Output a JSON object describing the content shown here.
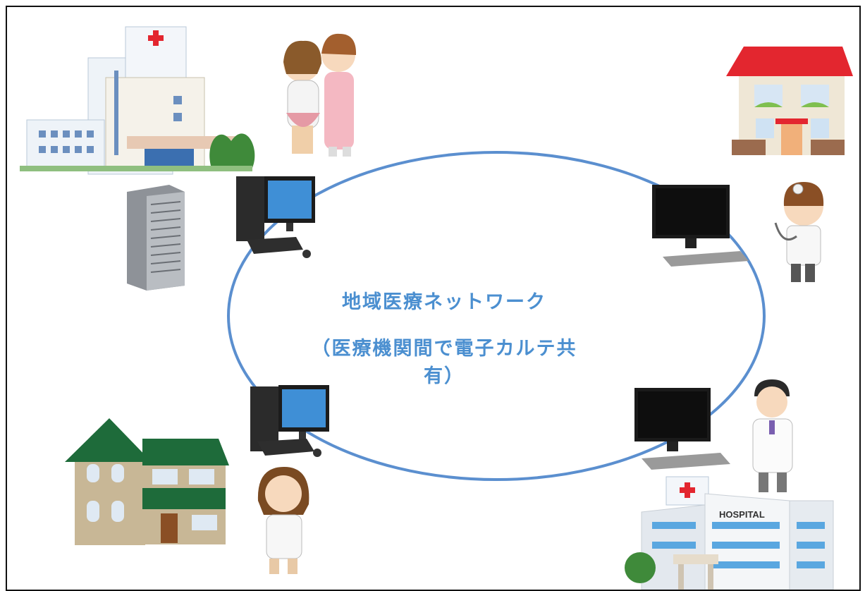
{
  "network": {
    "title": "地域医療ネットワーク",
    "subtitle": "（医療機関間で電子カルテ共有）"
  },
  "signs": {
    "hospital": "HOSPITAL"
  },
  "colors": {
    "ring": "#5b8fcf",
    "text": "#4b8fd0",
    "roof_red": "#e3262f",
    "roof_green": "#1e6b3a"
  }
}
